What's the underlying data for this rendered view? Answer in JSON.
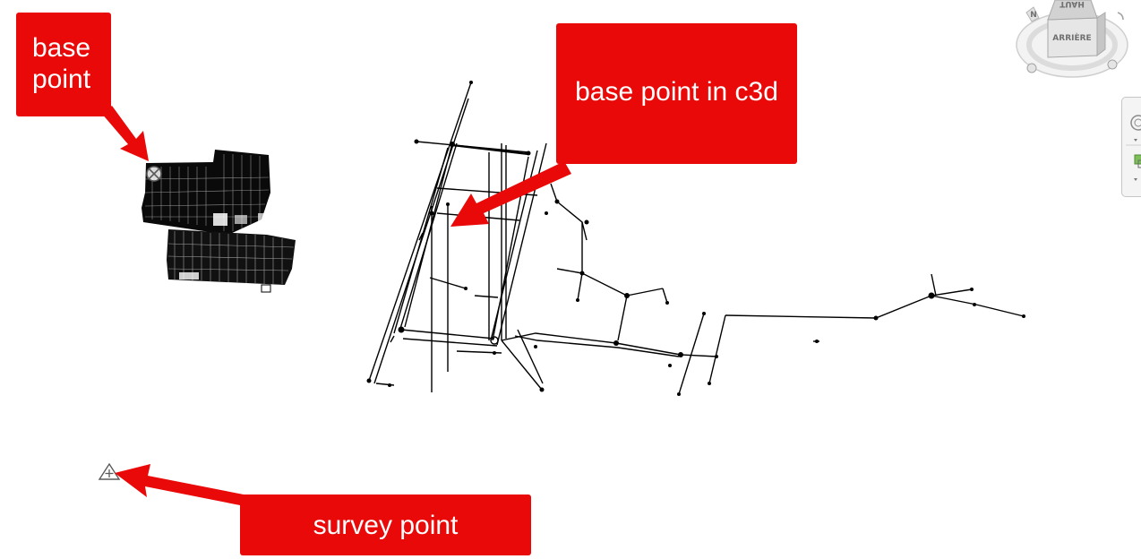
{
  "callouts": {
    "base_point": "base\npoint",
    "base_point_c3d": "base point in c3d",
    "survey_point": "survey point"
  },
  "viewcube": {
    "top_face": "HAUT",
    "front_face": "ARRIÈRE",
    "compass_letter": "N"
  },
  "colors": {
    "callout_red": "#e90909",
    "drawing_black": "#000000",
    "marker_gray": "#5a5a5a"
  },
  "icons": {
    "base_point_marker": "circle-x-icon",
    "survey_point_marker": "triangle-plus-icon",
    "steering_wheel": "steering-wheel-icon",
    "zoom_extents": "zoom-extents-icon"
  }
}
